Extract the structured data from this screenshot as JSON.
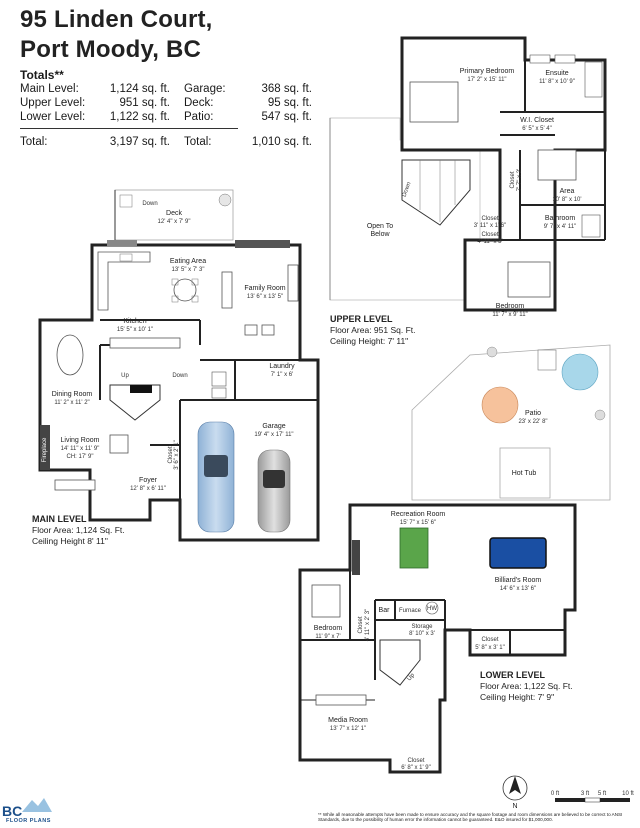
{
  "header": {
    "address_line1": "95 Linden Court,",
    "address_line2": "Port Moody, BC"
  },
  "totals": {
    "heading": "Totals**",
    "rows": [
      {
        "k1": "Main Level:",
        "v1": "1,124 sq. ft.",
        "k2": "Garage:",
        "v2": "368 sq. ft."
      },
      {
        "k1": "Upper Level:",
        "v1": "951 sq. ft.",
        "k2": "Deck:",
        "v2": "95 sq. ft."
      },
      {
        "k1": "Lower Level:",
        "v1": "1,122 sq. ft.",
        "k2": "Patio:",
        "v2": "547 sq. ft."
      },
      {
        "k1": "Total:",
        "v1": "3,197 sq. ft.",
        "k2": "Total:",
        "v2": "1,010 sq. ft."
      }
    ]
  },
  "levels": {
    "main": {
      "name": "MAIN LEVEL",
      "area": "Floor Area: 1,124 Sq. Ft.",
      "ceiling": "Ceiling Height 8' 11\""
    },
    "upper": {
      "name": "UPPER LEVEL",
      "area": "Floor Area: 951 Sq. Ft.",
      "ceiling": "Ceiling Height: 7' 11\""
    },
    "lower": {
      "name": "LOWER LEVEL",
      "area": "Floor Area: 1,122 Sq. Ft.",
      "ceiling": "Ceiling Height: 7' 9\""
    }
  },
  "rooms": {
    "deck": {
      "name": "Deck",
      "dim": "12' 4\" x 7' 9\""
    },
    "eating": {
      "name": "Eating Area",
      "dim": "13' 5\" x 7' 3\""
    },
    "family": {
      "name": "Family Room",
      "dim": "13' 6\" x 13' 5\""
    },
    "kitchen": {
      "name": "Kitchen",
      "dim": "15' 5\" x 10' 1\""
    },
    "dining": {
      "name": "Dining Room",
      "dim": "11' 2\" x 11' 2\""
    },
    "living": {
      "name": "Living Room",
      "dim": "14' 11\" x 11' 9\"",
      "dim2": "CH: 17' 9\""
    },
    "foyer": {
      "name": "Foyer",
      "dim": "12' 8\" x 6' 11\""
    },
    "laundry": {
      "name": "Laundry",
      "dim": "7' 1\" x 6'"
    },
    "garage": {
      "name": "Garage",
      "dim": "19' 4\" x 17' 11\""
    },
    "main_closet": {
      "name": "Closet",
      "dim": "3' 6\" x 2' 1\""
    },
    "primary": {
      "name": "Primary Bedroom",
      "dim": "17' 2\" x 15' 11\""
    },
    "ensuite": {
      "name": "Ensuite",
      "dim": "11' 8\" x 10' 9\""
    },
    "wic": {
      "name": "W.I. Closet",
      "dim": "6' 5\" x 5' 4\""
    },
    "up_closet1": {
      "name": "Closet",
      "dim": "7' 7\" x 2'"
    },
    "area": {
      "name": "Area",
      "dim": "10' 8\" x 10'"
    },
    "open_below": {
      "name": "Open To",
      "name2": "Below"
    },
    "up_closet2": {
      "name": "Closet",
      "dim": "3' 11\" x 1' 6\""
    },
    "up_closet3": {
      "name": "Closet",
      "dim": "4' 11\" x 3'"
    },
    "bath": {
      "name": "Bathroom",
      "dim": "9' 7\" x 4' 11\""
    },
    "up_bedroom": {
      "name": "Bedroom",
      "dim": "11' 7\" x 9' 11\""
    },
    "patio": {
      "name": "Patio",
      "dim": "23' x 22' 8\""
    },
    "hot_tub": {
      "name": "Hot Tub"
    },
    "rec": {
      "name": "Recreation Room",
      "dim": "15' 7\" x 15' 6\""
    },
    "billiard": {
      "name": "Billiard's Room",
      "dim": "14' 6\" x 13' 6\""
    },
    "low_bedroom": {
      "name": "Bedroom",
      "dim": "11' 9\" x 7'"
    },
    "bar": {
      "name": "Bar"
    },
    "furnace": {
      "name": "Furnace"
    },
    "hw": {
      "name": "HW"
    },
    "storage": {
      "name": "Storage",
      "dim": "8' 10\" x 3'"
    },
    "low_closet1": {
      "name": "Closet",
      "dim": "5' 8\" x 3' 1\""
    },
    "low_closet2": {
      "name": "Closet",
      "dim": "4' 11\" x 2' 3\""
    },
    "media": {
      "name": "Media Room",
      "dim": "13' 7\" x 12' 1\""
    },
    "low_closet3": {
      "name": "Closet",
      "dim": "6' 8\" x 1' 9\""
    }
  },
  "labels": {
    "fireplace_main": "Fireplace",
    "fireplace_lower": "Fireplace",
    "up": "Up",
    "down": "Down",
    "north": "N"
  },
  "scale": {
    "ticks": [
      "0 ft",
      "3 ft",
      "5 ft",
      "10 ft"
    ]
  },
  "brand": {
    "name": "FLOOR PLANS",
    "logo_letters": "BC"
  },
  "disclaimer": "** While all reasonable attempts have been made to ensure accuracy and the square footage and room dimensions are believed to be correct to ANSI Standards, due to the possibility of human error the information cannot be guaranteed. E&O insured for $1,000,000."
}
